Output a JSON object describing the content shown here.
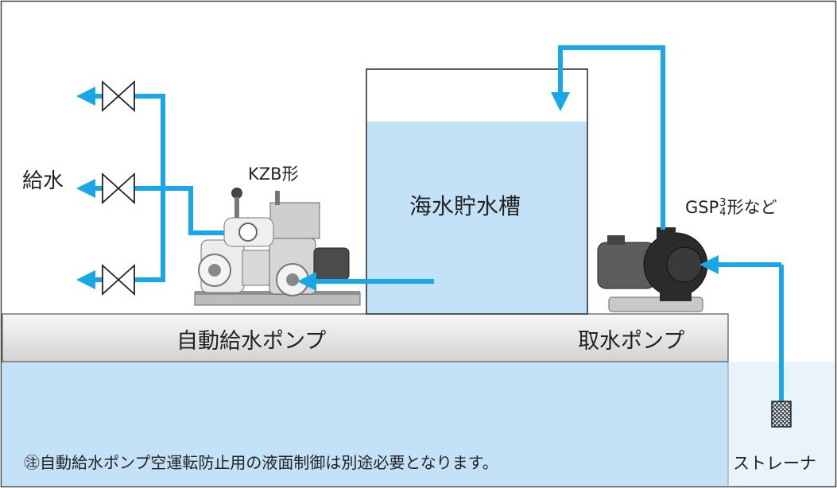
{
  "labels": {
    "supply": "給水",
    "kzb": "KZB形",
    "tank": "海水貯水槽",
    "gsp_prefix": "GSP",
    "gsp_frac_top": "3",
    "gsp_frac_bottom": "4",
    "gsp_suffix": "形など",
    "auto_pump": "自動給水ポンプ",
    "intake_pump": "取水ポンプ",
    "note": "㊟自動給水ポンプ空運転防止用の液面制御は別途必要となります。",
    "strainer": "ストレーナ"
  },
  "colors": {
    "pipe": "#1aa7e8",
    "water": "#c3e2f8",
    "sea_light": "#e8f3fb",
    "platform_top": "#f4f4f4",
    "platform_bottom": "#d6d6d6",
    "outline": "#333333",
    "pump_body": "#e9e9e9",
    "pump_dark": "#2e2e2e"
  },
  "icons": {
    "valve": "gate-valve-icon",
    "pump_set": "booster-pump-unit-icon",
    "intake_pump": "centrifugal-pump-icon",
    "strainer": "strainer-icon"
  }
}
